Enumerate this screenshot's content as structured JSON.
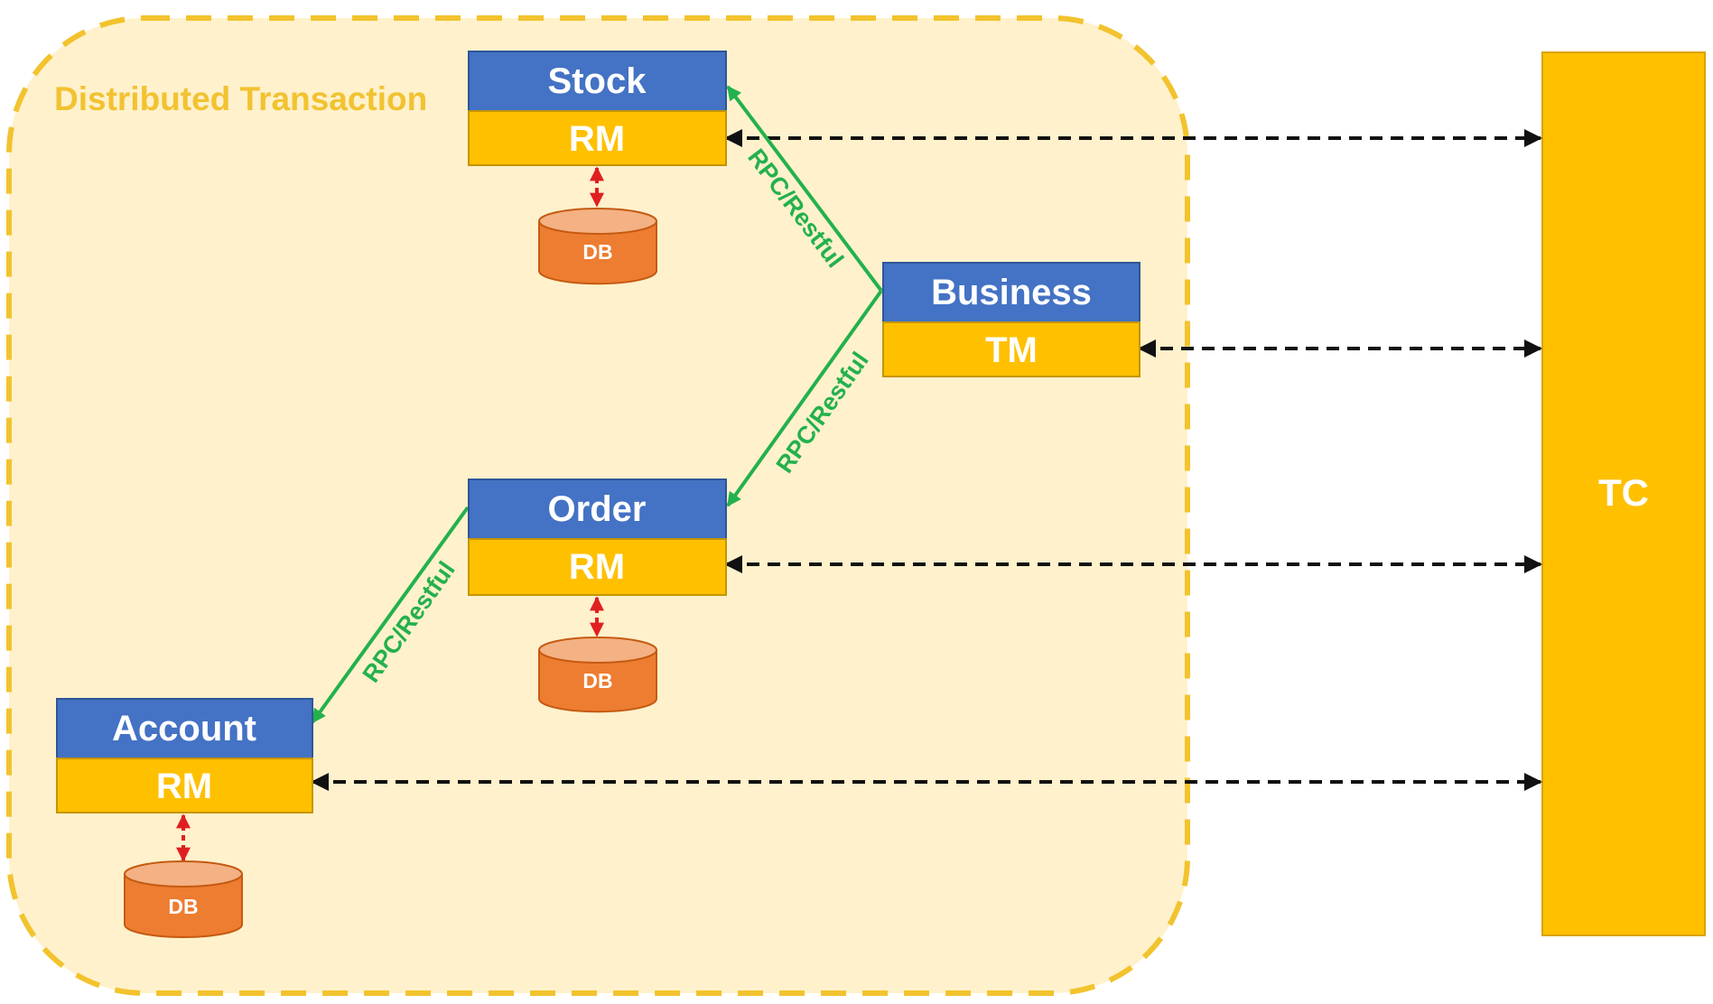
{
  "diagram": {
    "zone_title": "Distributed Transaction",
    "services": [
      {
        "id": "stock",
        "name": "Stock",
        "role": "RM",
        "has_db": true
      },
      {
        "id": "business",
        "name": "Business",
        "role": "TM",
        "has_db": false
      },
      {
        "id": "order",
        "name": "Order",
        "role": "RM",
        "has_db": true
      },
      {
        "id": "account",
        "name": "Account",
        "role": "RM",
        "has_db": true
      }
    ],
    "db_label": "DB",
    "tc_label": "TC",
    "rpc_labels": [
      "RPC/Restful",
      "RPC/Restful",
      "RPC/Restful"
    ],
    "colors": {
      "zone_fill": "#fff1cc",
      "zone_border": "#f2c32e",
      "zone_title": "#f2c230",
      "service_header": "#4472c4",
      "service_role": "#ffc000",
      "tc": "#ffc000",
      "db": "#ed7d31",
      "rpc_arrow": "#23b14d",
      "db_arrow": "#e02020",
      "tc_arrow": "#111111"
    }
  }
}
